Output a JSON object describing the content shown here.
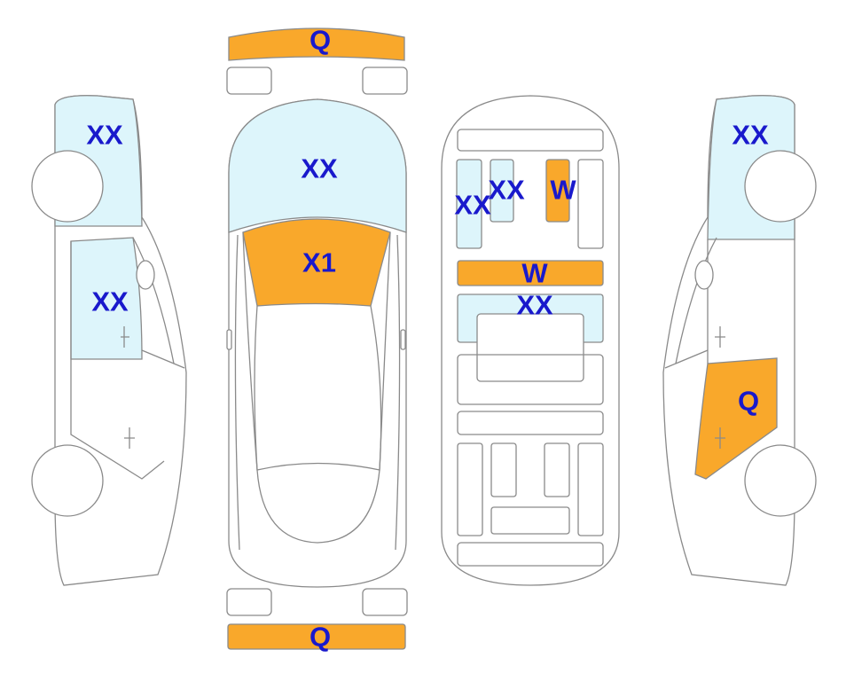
{
  "colors": {
    "damage_orange": "#f9a82b",
    "light_blue": "#ddf5fb",
    "label_blue": "#1919cc",
    "outline_gray": "#8a8a8a"
  },
  "labels": {
    "front_bumper": "Q",
    "rear_bumper": "Q",
    "hood": "XX",
    "windshield": "X1",
    "left_fender": "XX",
    "left_front_door": "XX",
    "right_fender": "XX",
    "right_rear_door": "Q",
    "interior_left_a": "XX",
    "interior_left_b": "XX",
    "interior_right": "W",
    "interior_crossbar": "W",
    "interior_panel": "XX"
  }
}
